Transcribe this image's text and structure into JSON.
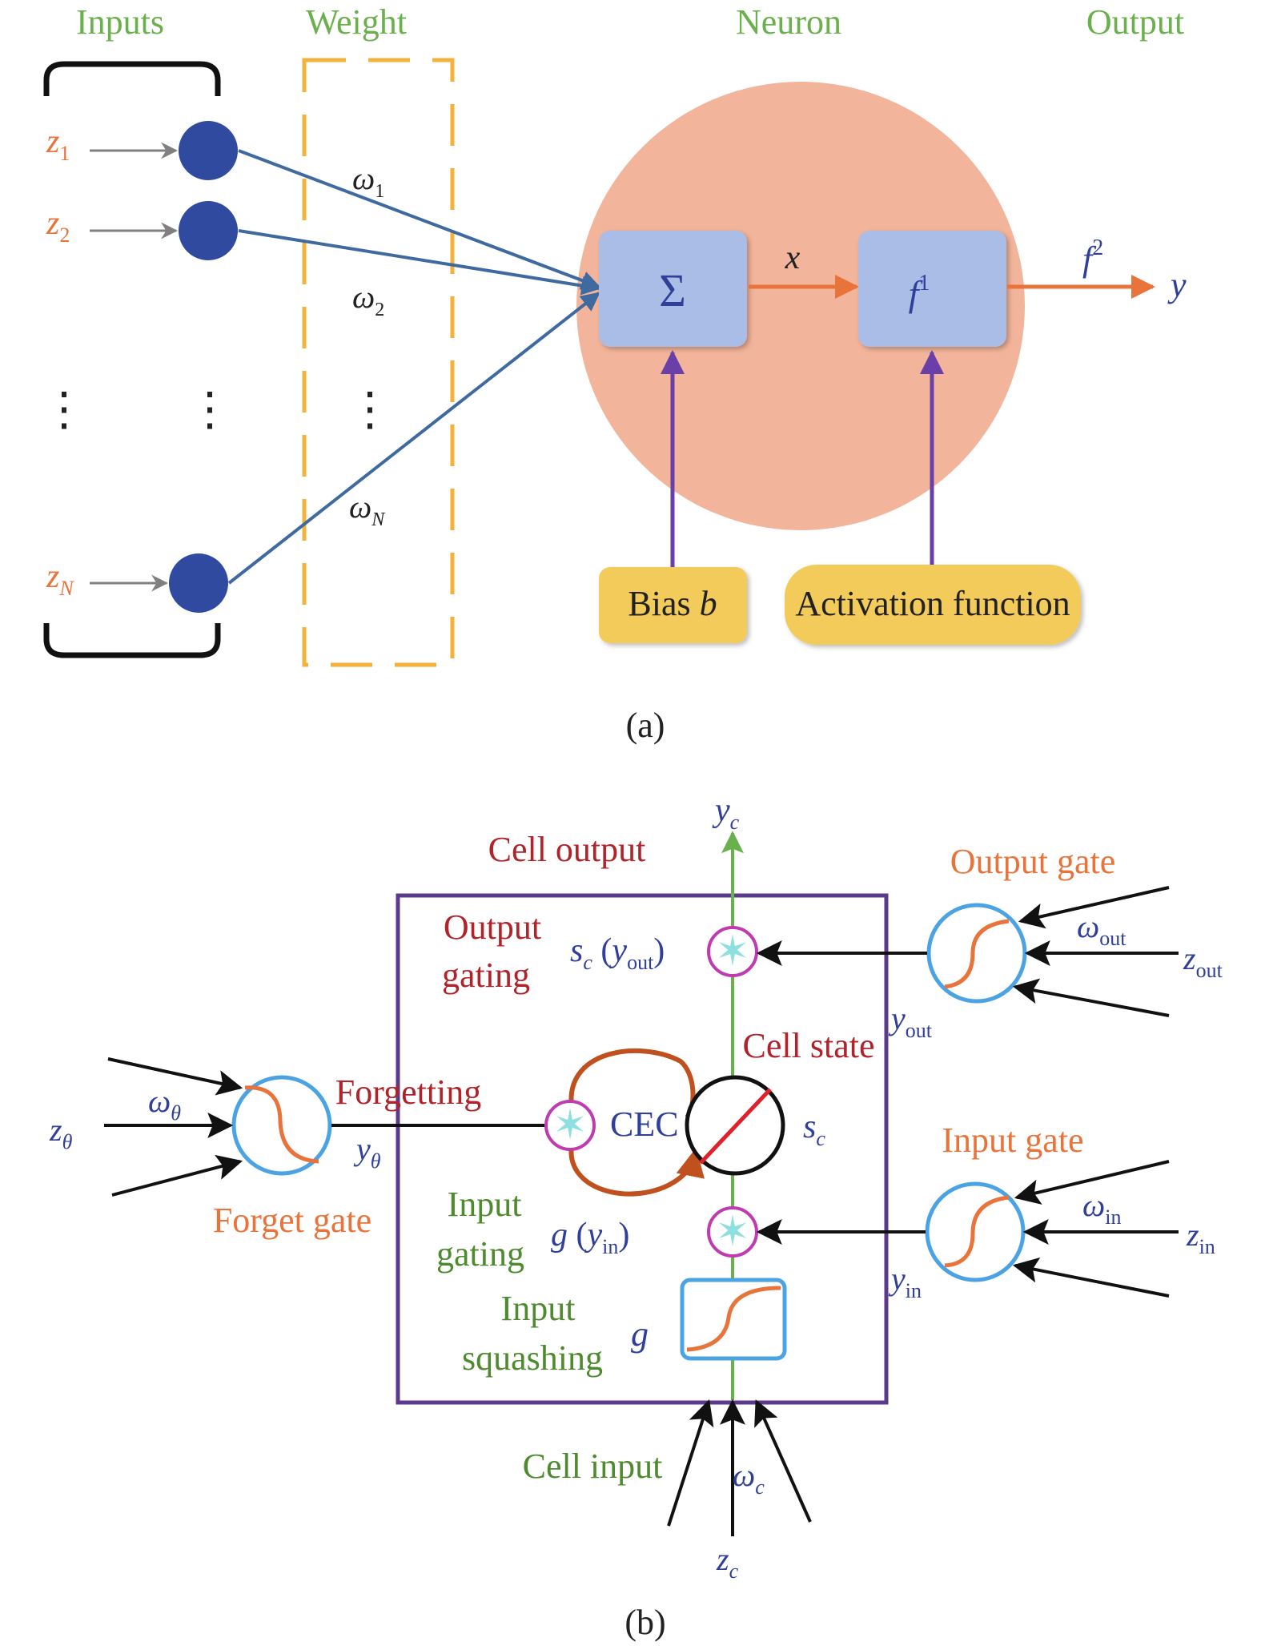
{
  "panel_a": {
    "headers": {
      "inputs": "Inputs",
      "weight": "Weight",
      "neuron": "Neuron",
      "output": "Output"
    },
    "inputs": [
      {
        "base": "z",
        "sub": "1"
      },
      {
        "base": "z",
        "sub": "2"
      },
      {
        "base": "z",
        "sub": "N"
      }
    ],
    "weights": [
      {
        "base": "ω",
        "sub": "1"
      },
      {
        "base": "ω",
        "sub": "2"
      },
      {
        "base": "ω",
        "sub": "N"
      }
    ],
    "ellipsis": "⋮",
    "sum_symbol": "Σ",
    "x_label": "x",
    "activation_box": {
      "base": "f",
      "sup": "1"
    },
    "output_f": {
      "base": "f",
      "sup": "2"
    },
    "output_y": "y",
    "bias_label": "Bias",
    "bias_var": "b",
    "activation_label": "Activation function",
    "caption": "(a)",
    "colors": {
      "neuron_fill": "#f2b49a",
      "box_fill": "#a9bde6",
      "node_fill": "#2f4a9e",
      "line_blue": "#3f6aa0",
      "arrow_orange": "#e8743b",
      "arrow_purple": "#6a3fa8",
      "yellow": "#f2cb5a",
      "dash_orange": "#f4b23a"
    }
  },
  "panel_b": {
    "cell_output": "Cell output",
    "output_gate": "Output gate",
    "output_gating_1": "Output",
    "output_gating_2": "gating",
    "sc_yout": {
      "s": "s",
      "s_sub": "c",
      "y": "y",
      "y_sub": "out"
    },
    "w_out": {
      "base": "ω",
      "sub": "out"
    },
    "z_out": {
      "base": "z",
      "sub": "out"
    },
    "y_out": {
      "base": "y",
      "sub": "out"
    },
    "y_c": {
      "base": "y",
      "sub": "c"
    },
    "cell_state": "Cell state",
    "forgetting": "Forgetting",
    "cec": "CEC",
    "s_c": {
      "base": "s",
      "sub": "c"
    },
    "w_theta": {
      "base": "ω",
      "sub": "θ"
    },
    "z_theta": {
      "base": "z",
      "sub": "θ"
    },
    "y_theta": {
      "base": "y",
      "sub": "θ"
    },
    "forget_gate": "Forget gate",
    "input_gate": "Input gate",
    "w_in": {
      "base": "ω",
      "sub": "in"
    },
    "z_in": {
      "base": "z",
      "sub": "in"
    },
    "y_in": {
      "base": "y",
      "sub": "in"
    },
    "input_gating_1": "Input",
    "input_gating_2": "gating",
    "g_yin": {
      "g": "g",
      "y": "y",
      "y_sub": "in"
    },
    "input_squashing_1": "Input",
    "input_squashing_2": "squashing",
    "g": "g",
    "cell_input": "Cell input",
    "w_c": {
      "base": "ω",
      "sub": "c"
    },
    "z_c": {
      "base": "z",
      "sub": "c"
    },
    "caption": "(b)",
    "colors": {
      "box_purple": "#5b3a8e",
      "gate_blue": "#4ba3e3",
      "curve_orange": "#e8743b",
      "green_line": "#6ab04c",
      "mult_ring": "#c03ab0",
      "star_cyan": "#8ee0e0",
      "cec_loop": "#c0501e",
      "slash_red": "#e0202a"
    }
  }
}
